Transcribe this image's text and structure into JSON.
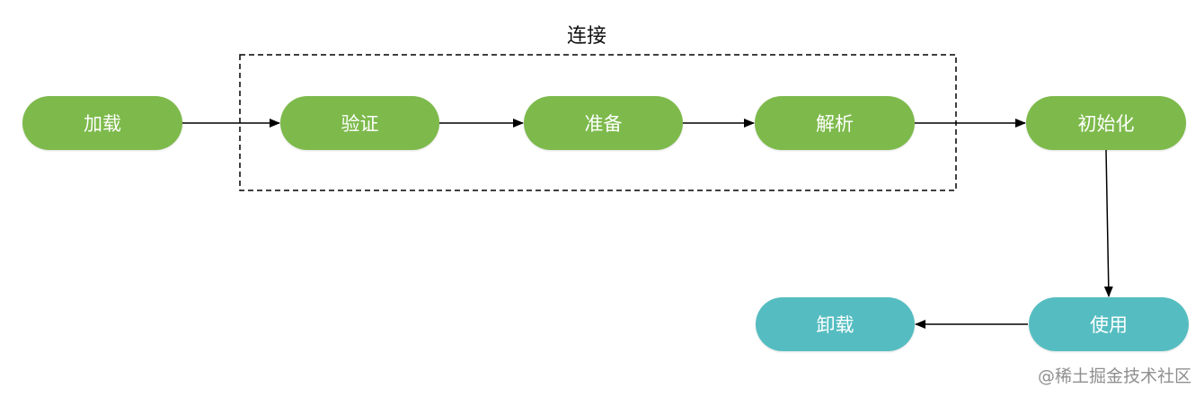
{
  "diagram": {
    "group": {
      "label": "连接"
    },
    "nodes": {
      "load": {
        "label": "加载"
      },
      "verify": {
        "label": "验证"
      },
      "prepare": {
        "label": "准备"
      },
      "resolve": {
        "label": "解析"
      },
      "init": {
        "label": "初始化"
      },
      "use": {
        "label": "使用"
      },
      "unload": {
        "label": "卸载"
      }
    },
    "edges": [
      {
        "from": "加载",
        "to": "验证"
      },
      {
        "from": "验证",
        "to": "准备"
      },
      {
        "from": "准备",
        "to": "解析"
      },
      {
        "from": "解析",
        "to": "初始化"
      },
      {
        "from": "初始化",
        "to": "使用"
      },
      {
        "from": "使用",
        "to": "卸载"
      }
    ]
  },
  "colors": {
    "green_node": "#7dba4b",
    "teal_node": "#55bdc1",
    "arrow": "#000000",
    "group_border": "#000000"
  },
  "watermark": {
    "text": "@稀土掘金技术社区"
  }
}
